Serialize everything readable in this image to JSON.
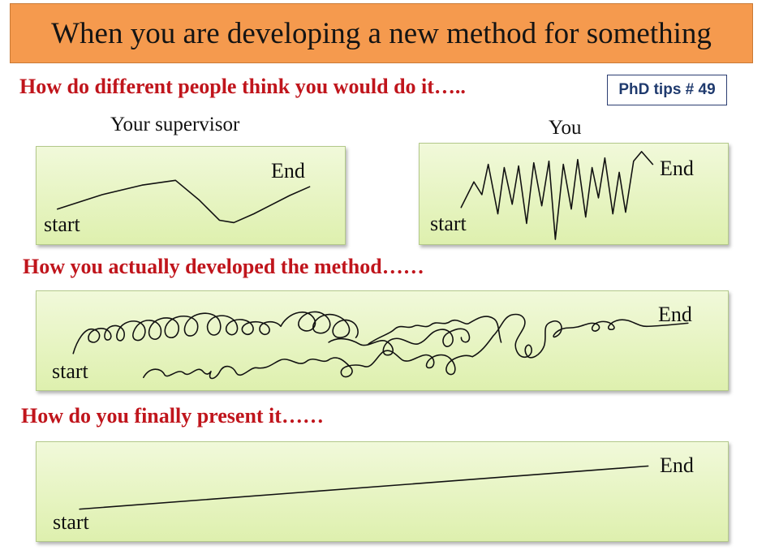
{
  "title": "When you are developing a new method for something",
  "badge": "PhD tips # 49",
  "sections": {
    "think": "How do different people think you would do it…..",
    "actual": "How you actually developed the method……",
    "present": "How do you finally present it……"
  },
  "panels": {
    "supervisor": {
      "caption": "Your supervisor",
      "start": "start",
      "end": "End"
    },
    "you": {
      "caption": "You",
      "start": "start",
      "end": "End"
    },
    "actual": {
      "start": "start",
      "end": "End"
    },
    "present": {
      "start": "start",
      "end": "End"
    }
  },
  "colors": {
    "banner": "#f59a4e",
    "heading": "#c0151c",
    "badge_border": "#2c3e72",
    "panel_top": "#f1f9da",
    "panel_bottom": "#def0ae"
  }
}
